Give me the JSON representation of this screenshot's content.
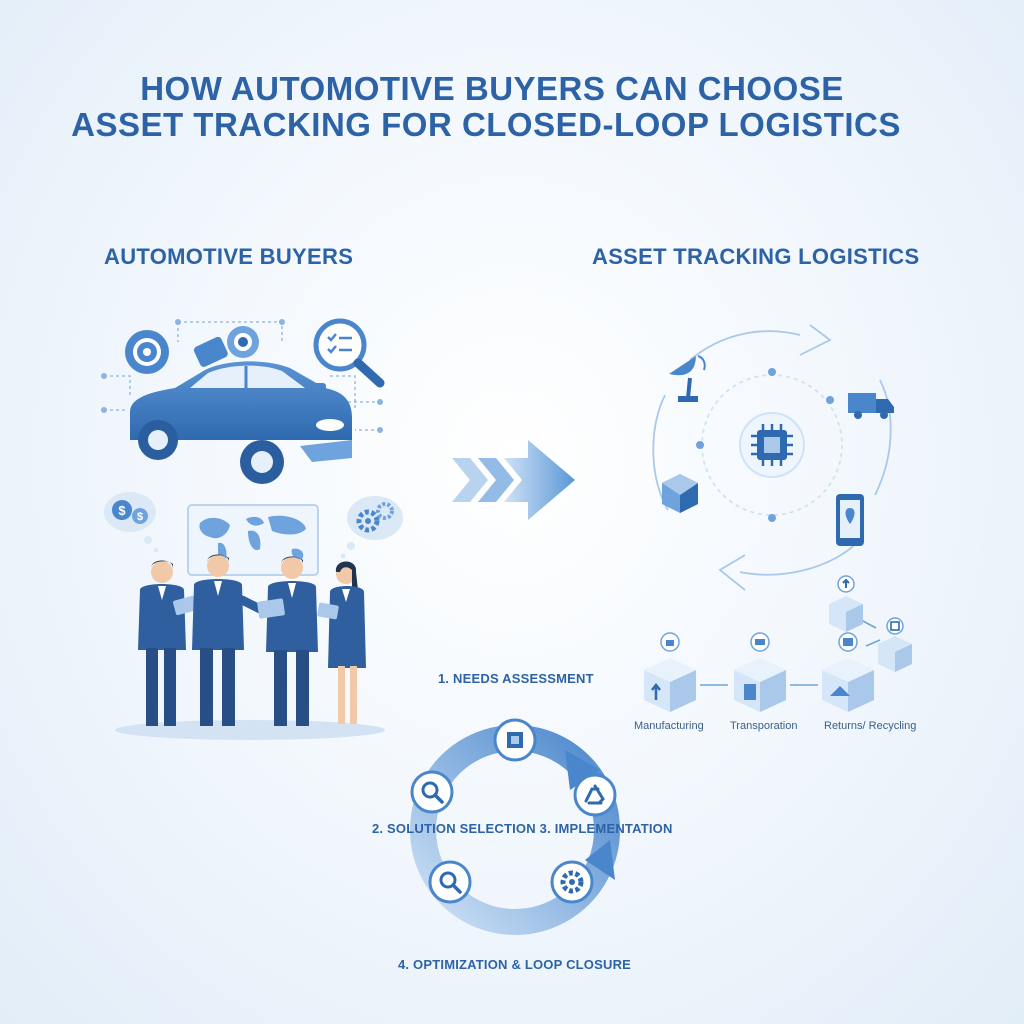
{
  "title": {
    "line1": "HOW AUTOMOTIVE BUYERS CAN CHOOSE",
    "line2": "ASSET TRACKING FOR CLOSED-LOOP LOGISTICS"
  },
  "left_heading": "AUTOMOTIVE BUYERS",
  "right_heading": "ASSET TRACKING LOGISTICS",
  "steps": {
    "s1": "1. NEEDS ASSESSMENT",
    "s23": "2. SOLUTION SELECTION 3. IMPLEMENTATION",
    "s4": "4. OPTIMIZATION & LOOP CLOSURE"
  },
  "stages": {
    "manufacturing": "Manufacturing",
    "transport": "Transporation",
    "returns": "Returns/ Recycling"
  },
  "icons": [
    "wheel-icon",
    "camera-part-icon",
    "checklist-search-icon",
    "car-icon",
    "dollar-coins-icon",
    "world-map-icon",
    "gears-icon",
    "business-team-icon",
    "satellite-dish-icon",
    "delivery-truck-icon",
    "microchip-icon",
    "package-box-icon",
    "smartphone-map-icon",
    "chevron-arrow-icon",
    "cycle-loop-icon",
    "recycle-icon",
    "magnifier-icon",
    "gear-icon"
  ],
  "colors": {
    "primary": "#2d63a6",
    "accent": "#4a86cc",
    "light": "#a9c8ea"
  }
}
